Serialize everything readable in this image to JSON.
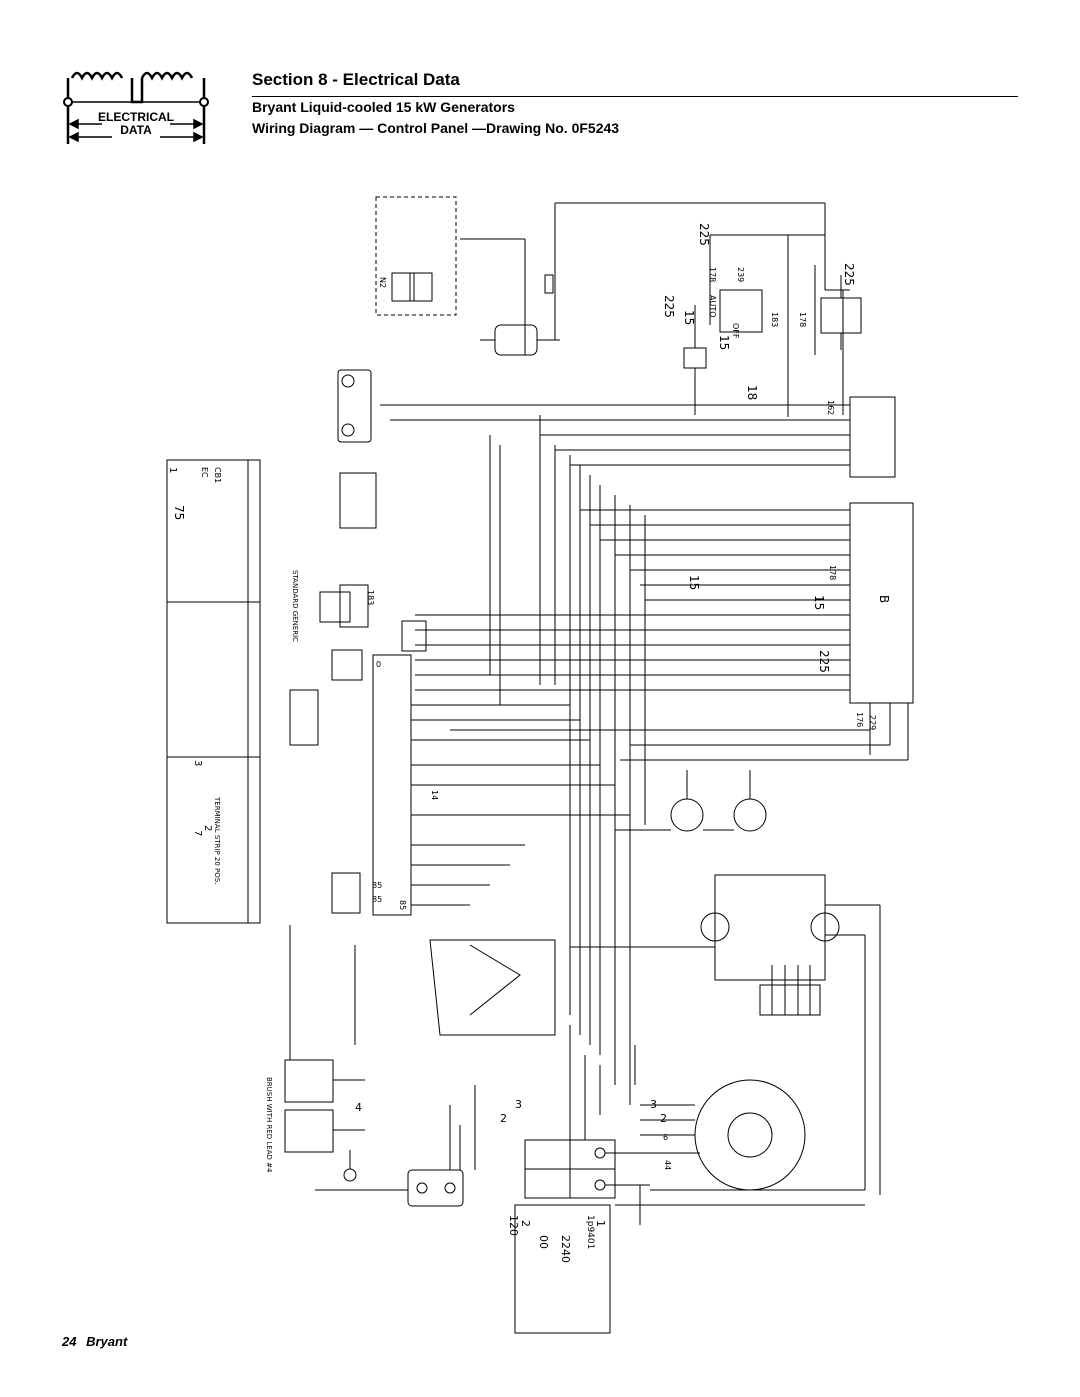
{
  "logo": {
    "line1": "ELECTRICAL",
    "line2": "DATA"
  },
  "header": {
    "section_title": "Section 8 - Electrical Data",
    "subtitle_1": "Bryant Liquid-cooled 15 kW Generators",
    "subtitle_2": "Wiring Diagram — Control Panel —Drawing No. 0F5243"
  },
  "diagram": {
    "labels": {
      "wire_225_a": "225",
      "wire_225_b": "225",
      "wire_225_c": "225",
      "wire_225_d": "225",
      "wire_178_a": "178",
      "wire_178_b": "178",
      "wire_178_c": "178",
      "wire_239": "239",
      "wire_183_a": "183",
      "wire_183_b": "183",
      "wire_162": "162",
      "wire_176": "176",
      "wire_229": "229",
      "wire_14": "14",
      "wire_85_a": "85",
      "wire_85_b": "85",
      "wire_85_c": "85",
      "wire_44": "44",
      "wire_6": "6",
      "wire_15_a": "15",
      "wire_15_b": "15",
      "wire_15_c": "15",
      "wire_15_d": "15",
      "wire_18": "18",
      "wire_0": "0",
      "switch_auto": "AUTO",
      "switch_off": "OFF",
      "relay_n2": "N2",
      "cb1": "CB1",
      "ec": "EC",
      "standard_generic": "STANDARD GENERIC",
      "terminal_strip": "TERMINAL STRIP 20 POS.",
      "brush": "BRUSH WITH RED LEAD #4",
      "panel_75": "75",
      "panel_1": "1",
      "panel_3": "3",
      "panel_2": "2",
      "panel_7": "7",
      "cb_1": "1",
      "cb_2": "2",
      "cb_120": "120",
      "cb_2240": "2240",
      "cb_00": "00",
      "cb_id": "1р9401",
      "bottom_3a": "3",
      "bottom_3b": "3",
      "bottom_2a": "2",
      "bottom_2b": "2",
      "bottom_4": "4",
      "strip_b": "B"
    }
  },
  "footer": {
    "page_number": "24",
    "brand": "Bryant"
  }
}
